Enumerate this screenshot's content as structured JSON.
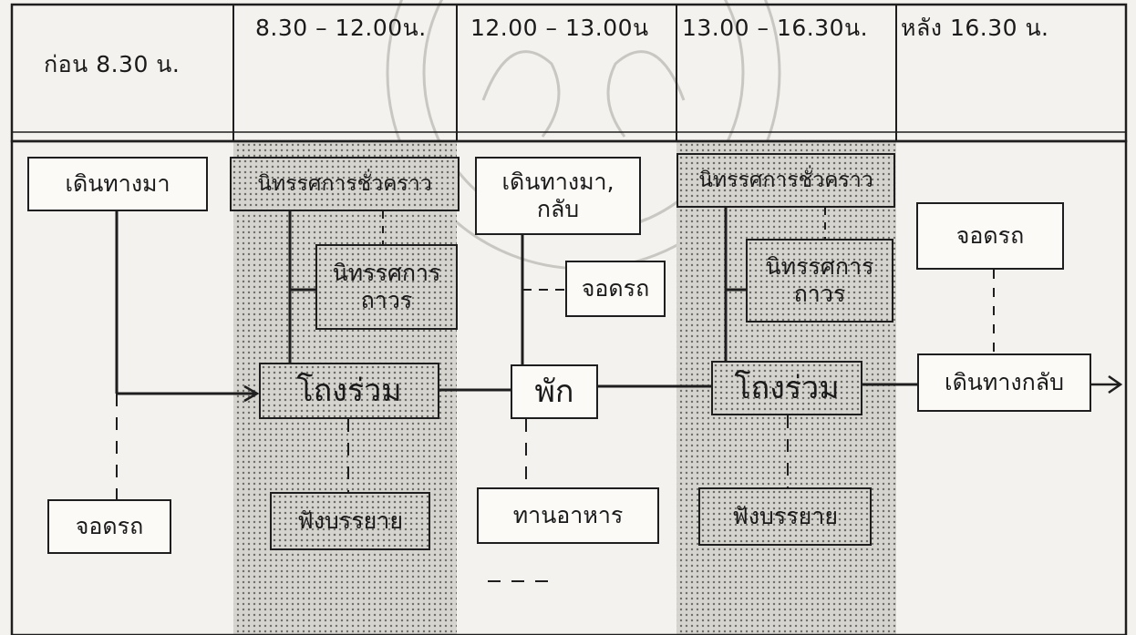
{
  "headers": [
    "ก่อน 8.30 น.",
    "8.30 – 12.00น.",
    "12.00 – 13.00น",
    "13.00 – 16.30น.",
    "หลัง 16.30 น."
  ],
  "col1": {
    "travel_in": "เดินทางมา",
    "parking": "จอดรถ"
  },
  "col2": {
    "temp_exhibit": "นิทรรศการชั่วคราว",
    "perm_exhibit": "นิทรรศการ\nถาวร",
    "pavilion": "โถงร่วม",
    "lecture": "ฟังบรรยาย"
  },
  "col3": {
    "travel_both": "เดินทางมา,\nกลับ",
    "parking": "จอดรถ",
    "rest": "พัก",
    "meal": "ทานอาหาร"
  },
  "col4": {
    "temp_exhibit": "นิทรรศการชั่วคราว",
    "perm_exhibit": "นิทรรศการ\nถาวร",
    "pavilion": "โถงร่วม",
    "lecture": "ฟังบรรยาย"
  },
  "col5": {
    "parking": "จอดรถ",
    "travel_back": "เดินทางกลับ"
  },
  "colors": {
    "ink": "#1e1e1e",
    "paper": "#f4f2ee",
    "shade": "#d6d4cf",
    "dots": "#6f6d68",
    "watermark": "#c9c7c2"
  }
}
